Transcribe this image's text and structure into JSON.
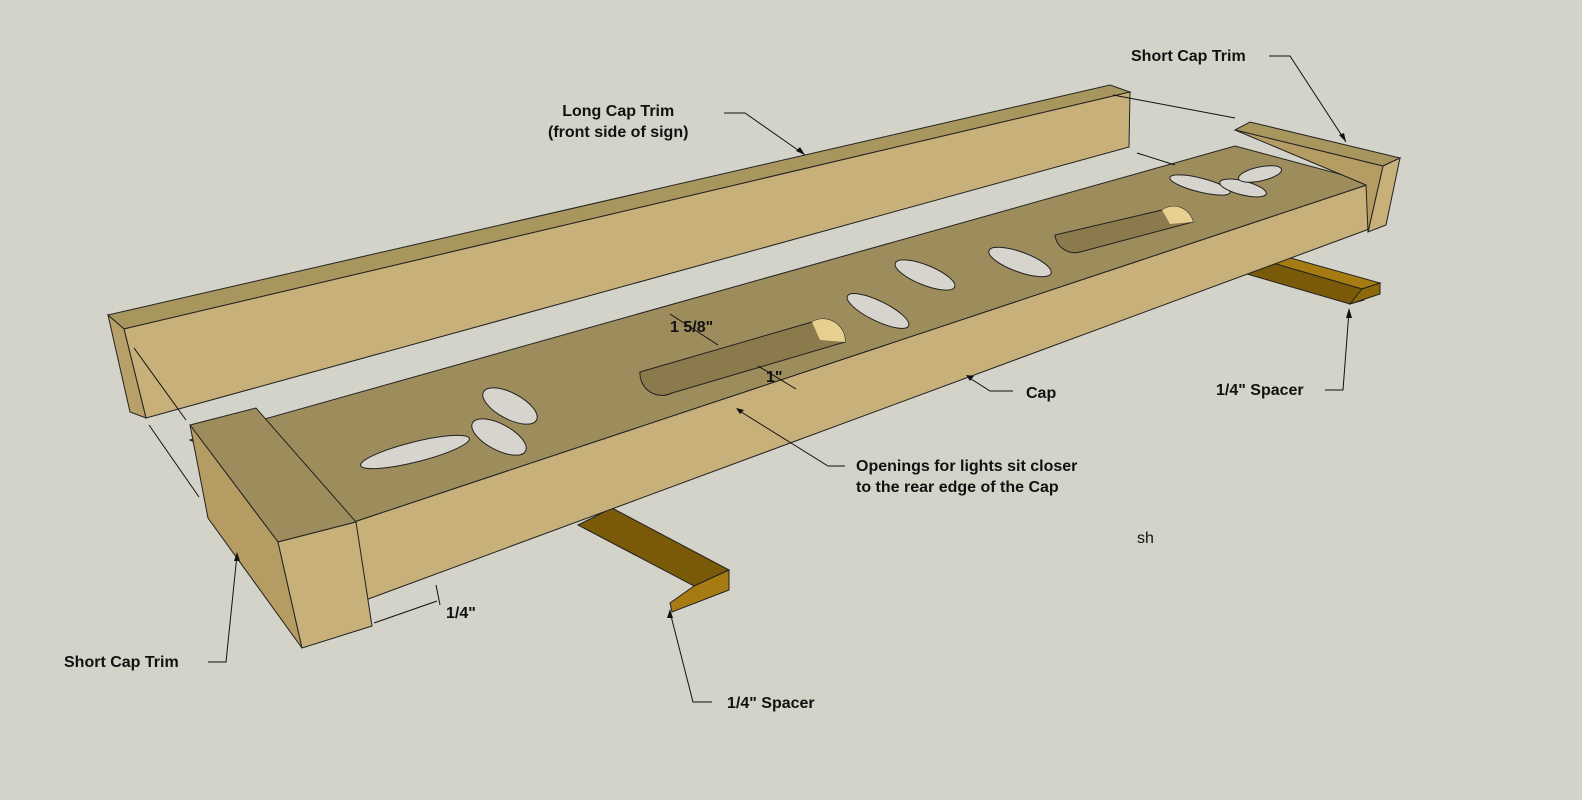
{
  "labels": {
    "long_cap_trim": {
      "line1": "Long Cap Trim",
      "line2": "(front side of sign)"
    },
    "short_cap_trim_top": "Short Cap Trim",
    "short_cap_trim_bottom": "Short Cap Trim",
    "spacer_right": "1/4\" Spacer",
    "spacer_bottom": "1/4\" Spacer",
    "cap": "Cap",
    "openings": {
      "line1": "Openings for lights sit closer",
      "line2": "to the rear edge of the Cap"
    },
    "dim_1_5_8": "1 5/8\"",
    "dim_1": "1\"",
    "dim_1_4": "1/4\"",
    "stray_text": "sh"
  },
  "colors": {
    "background": "#d4d3c9",
    "wood_top": "#9d8c5c",
    "wood_face": "#c7b07a",
    "wood_side": "#b49c62",
    "spacer": "#7a5a08",
    "spacer_top": "#a67c12",
    "hole": "#d6d4cd"
  }
}
